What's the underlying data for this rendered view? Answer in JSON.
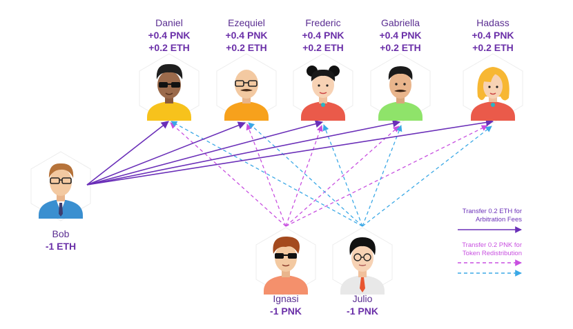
{
  "jurors": [
    {
      "name": "Daniel",
      "pnk": "+0.4 PNK",
      "eth": "+0.2 ETH"
    },
    {
      "name": "Ezequiel",
      "pnk": "+0.4 PNK",
      "eth": "+0.2 ETH"
    },
    {
      "name": "Frederic",
      "pnk": "+0.4 PNK",
      "eth": "+0.2 ETH"
    },
    {
      "name": "Gabriella",
      "pnk": "+0.4 PNK",
      "eth": "+0.2 ETH"
    },
    {
      "name": "Hadass",
      "pnk": "+0.4 PNK",
      "eth": "+0.2 ETH"
    }
  ],
  "payer": {
    "name": "Bob",
    "amount": "-1 ETH"
  },
  "losers": [
    {
      "name": "Ignasi",
      "amount": "-1 PNK"
    },
    {
      "name": "Julio",
      "amount": "-1 PNK"
    }
  ],
  "legend": {
    "eth": {
      "line1": "Transfer 0.2 ETH for",
      "line2": "Arbitration Fees"
    },
    "pnk": {
      "line1": "Transfer 0.2 PNK for",
      "line2": "Token Redistribution"
    }
  },
  "colors": {
    "eth_arrow": "#6a2fb8",
    "pnk_arrow_pink": "#c84fe0",
    "pnk_arrow_blue": "#3aa8e6",
    "label_name": "#5a2d91",
    "label_value": "#6a2fa8"
  }
}
